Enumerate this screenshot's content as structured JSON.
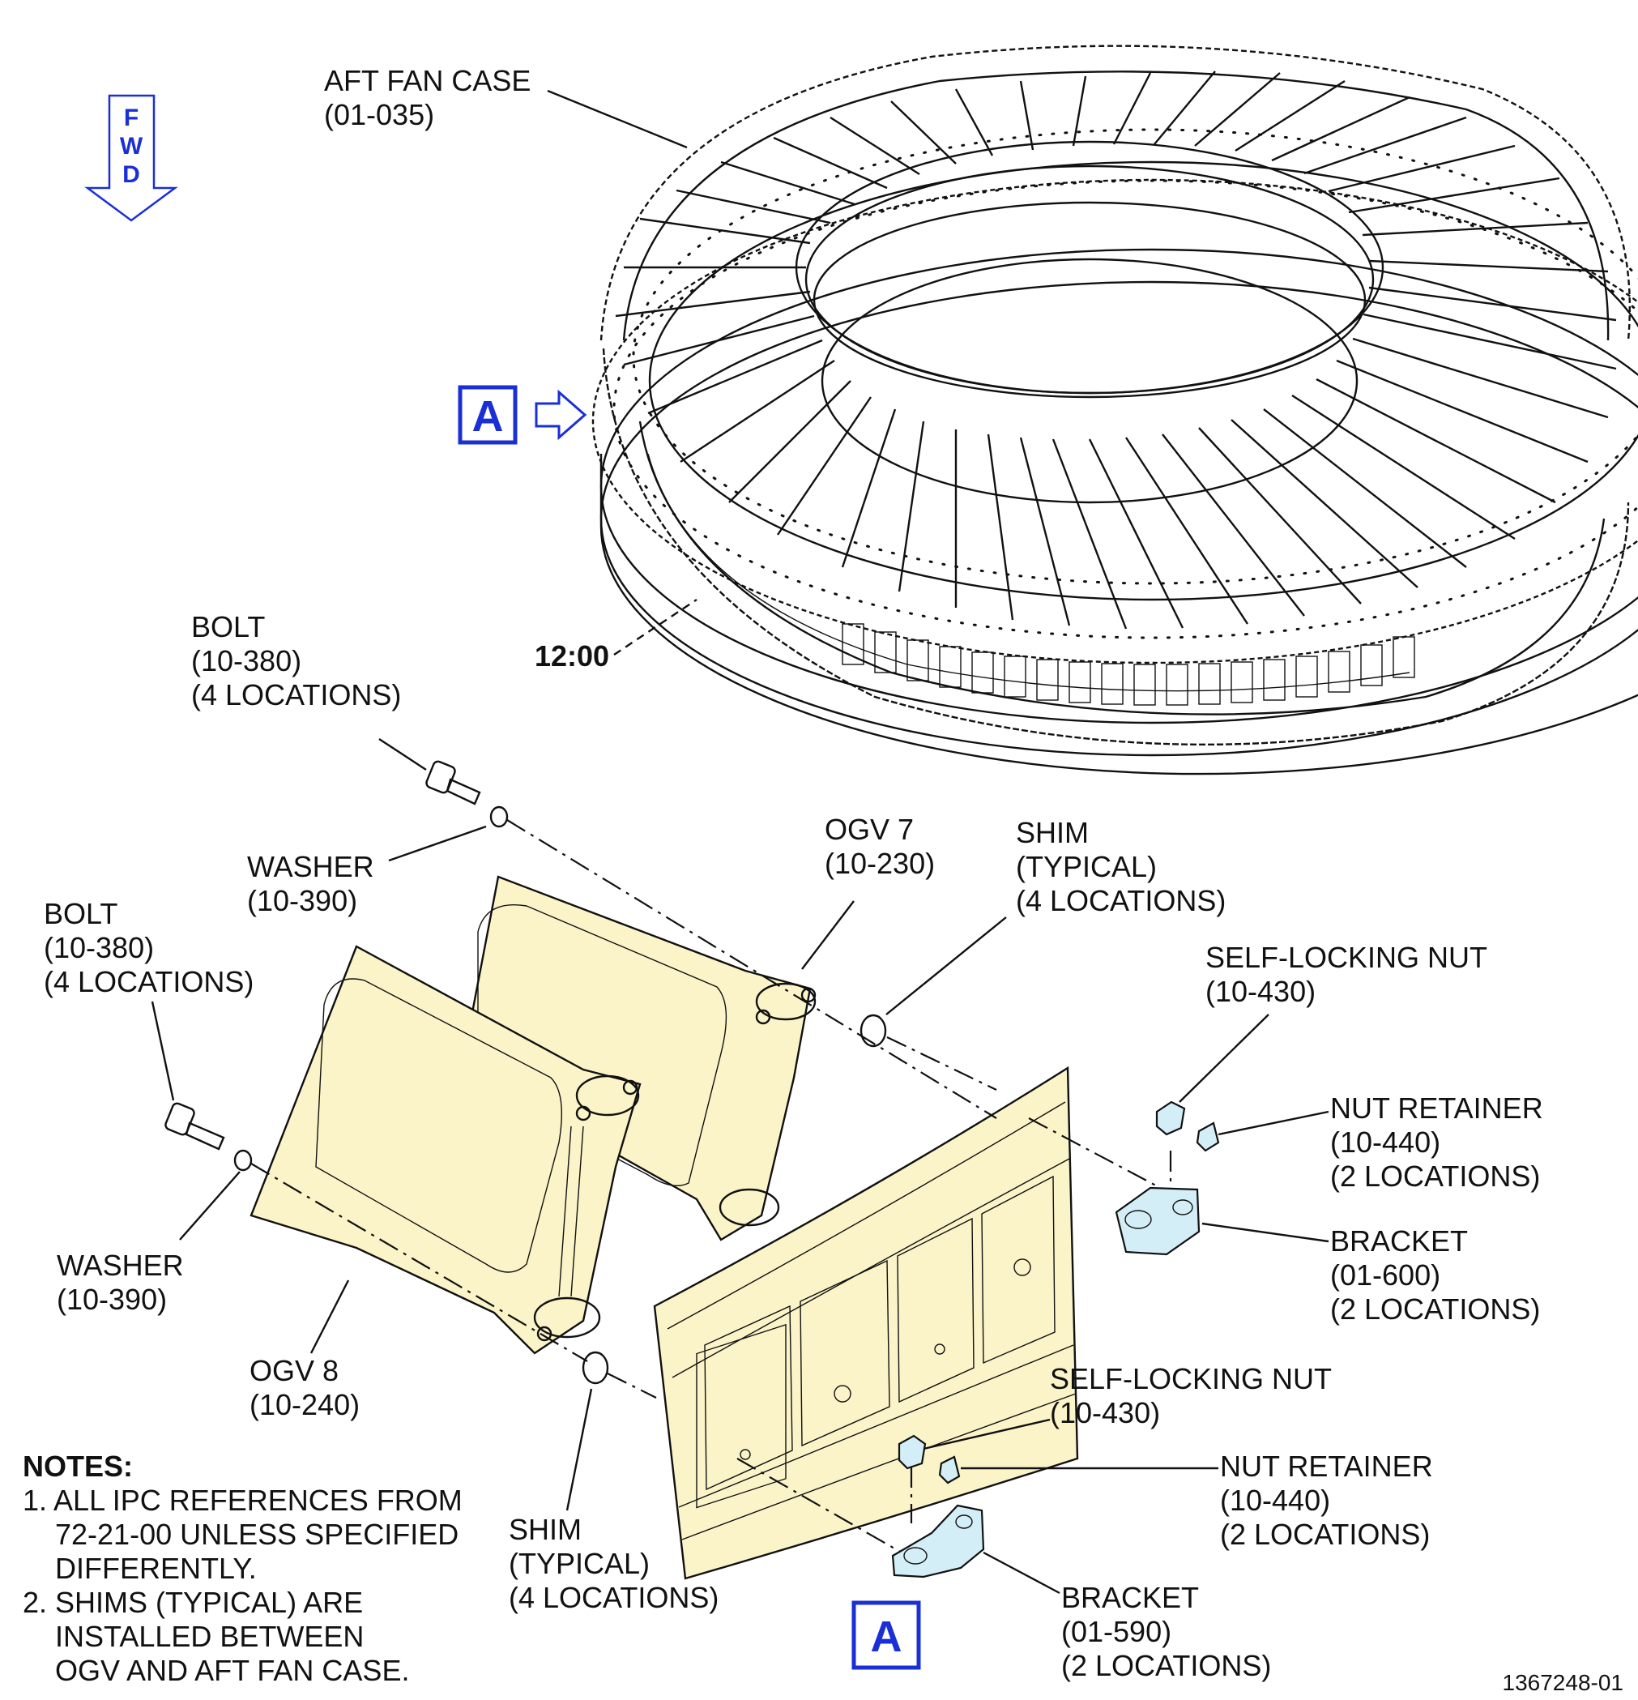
{
  "fwd_indicator": {
    "text": [
      "F",
      "W",
      "D"
    ]
  },
  "view_marker": {
    "letter": "A"
  },
  "clock_position": "12:00",
  "callouts": {
    "aft_fan_case": [
      "AFT FAN CASE",
      "(01-035)"
    ],
    "bolt_upper": [
      "BOLT",
      "(10-380)",
      "(4 LOCATIONS)"
    ],
    "washer_upper": [
      "WASHER",
      "(10-390)"
    ],
    "bolt_left": [
      "BOLT",
      "(10-380)",
      "(4 LOCATIONS)"
    ],
    "washer_left": [
      "WASHER",
      "(10-390)"
    ],
    "ogv7": [
      "OGV 7",
      "(10-230)"
    ],
    "ogv8": [
      "OGV 8",
      "(10-240)"
    ],
    "shim_upper": [
      "SHIM",
      "(TYPICAL)",
      "(4 LOCATIONS)"
    ],
    "shim_lower": [
      "SHIM",
      "(TYPICAL)",
      "(4 LOCATIONS)"
    ],
    "nut_upper": [
      "SELF-LOCKING NUT",
      "(10-430)"
    ],
    "retainer_upper": [
      "NUT RETAINER",
      "(10-440)",
      "(2  LOCATIONS)"
    ],
    "bracket_upper": [
      "BRACKET",
      "(01-600)",
      "(2 LOCATIONS)"
    ],
    "nut_lower": [
      "SELF-LOCKING NUT",
      "(10-430)"
    ],
    "retainer_lower": [
      "NUT RETAINER",
      "(10-440)",
      "(2  LOCATIONS)"
    ],
    "bracket_lower": [
      "BRACKET",
      "(01-590)",
      "(2 LOCATIONS)"
    ]
  },
  "notes": {
    "heading": "NOTES:",
    "lines": [
      "1. ALL IPC REFERENCES FROM",
      "    72-21-00 UNLESS SPECIFIED",
      "    DIFFERENTLY.",
      "2. SHIMS (TYPICAL) ARE",
      "    INSTALLED BETWEEN",
      "    OGV AND AFT FAN CASE."
    ]
  },
  "figure_id": "1367248-01",
  "colors": {
    "highlight_part": "#fbf4c8",
    "hardware": "#d3eef6",
    "view_marker": "#1a2fd6"
  }
}
